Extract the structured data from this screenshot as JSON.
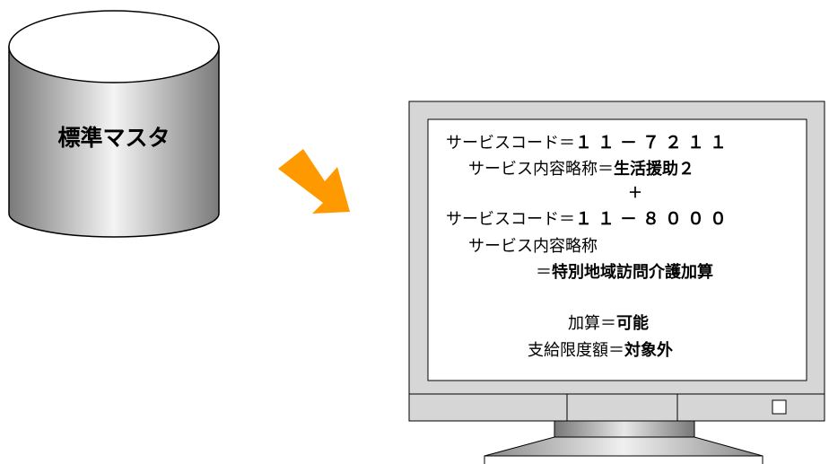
{
  "database": {
    "label": "標準マスタ"
  },
  "screen": {
    "line1": {
      "prefix": "サービスコード＝",
      "value": "１１－７２１１"
    },
    "line2": {
      "prefix": "サービス内容略称＝",
      "value": "生活援助２"
    },
    "plus": "＋",
    "line3": {
      "prefix": "サービスコード＝",
      "value": "１１－８０００"
    },
    "line4": {
      "prefix": "サービス内容略称"
    },
    "line5": {
      "prefix": "＝",
      "value": "特別地域訪問介護加算"
    },
    "line6": {
      "prefix": "加算＝",
      "value": "可能"
    },
    "line7": {
      "prefix": "支給限度額＝",
      "value": "対象外"
    }
  },
  "colors": {
    "arrow": "#ff9900",
    "cylinder_dark": "#7a7a7a",
    "cylinder_light": "#f2f2f2",
    "monitor_frame": "#d6d6d6"
  }
}
